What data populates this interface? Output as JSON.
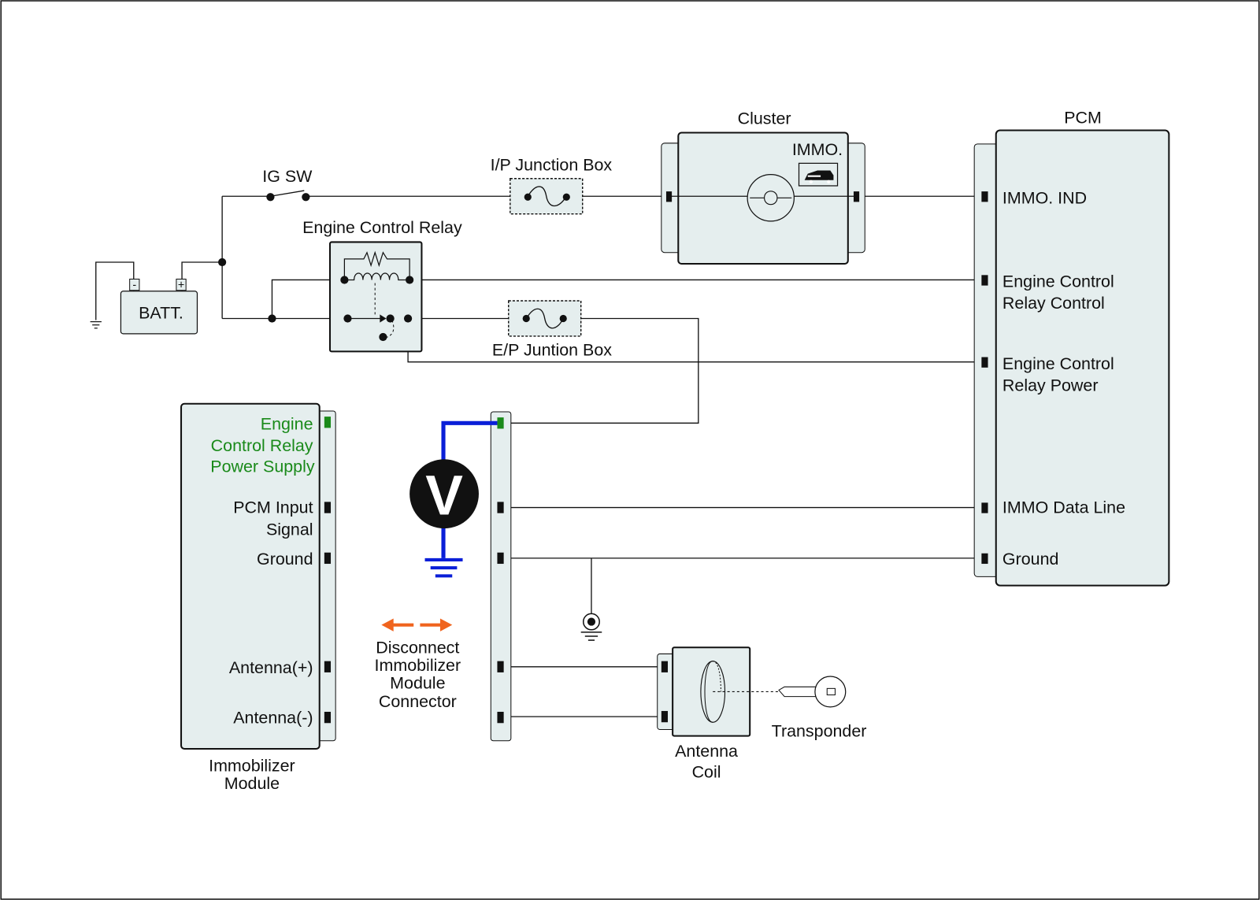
{
  "batt": {
    "label": "BATT.",
    "neg": "-",
    "pos": "+"
  },
  "ig_sw": {
    "label": "IG SW"
  },
  "relay": {
    "label": "Engine Control Relay"
  },
  "ip_junction": {
    "label": "I/P Junction Box"
  },
  "ep_junction": {
    "label": "E/P Juntion Box"
  },
  "cluster": {
    "title": "Cluster",
    "immo": "IMMO."
  },
  "pcm": {
    "title": "PCM",
    "pins": [
      {
        "line1": "IMMO. IND",
        "line2": ""
      },
      {
        "line1": "Engine Control",
        "line2": "Relay Control"
      },
      {
        "line1": "Engine Control",
        "line2": "Relay Power"
      },
      {
        "line1": "IMMO Data Line",
        "line2": ""
      },
      {
        "line1": "Ground",
        "line2": ""
      }
    ]
  },
  "immobilizer": {
    "title_line1": "Immobilizer",
    "title_line2": "Module",
    "pins": {
      "power_supply": {
        "line1": "Engine",
        "line2": "Control Relay",
        "line3": "Power Supply"
      },
      "pcm_input": {
        "line1": "PCM Input",
        "line2": "Signal"
      },
      "ground": "Ground",
      "antenna_pos": "Antenna(+)",
      "antenna_neg": "Antenna(-)"
    }
  },
  "voltmeter": {
    "symbol": "V"
  },
  "disconnect": {
    "line1": "Disconnect",
    "line2": "Immobilizer",
    "line3": "Module",
    "line4": "Connector"
  },
  "antenna_coil": {
    "line1": "Antenna",
    "line2": "Coil"
  },
  "transponder": {
    "label": "Transponder"
  },
  "colors": {
    "box_fill": "#e5eeee",
    "highlight_green": "#1a8a1a",
    "probe_blue": "#0a1fd8",
    "arrow_orange": "#f0641e"
  }
}
